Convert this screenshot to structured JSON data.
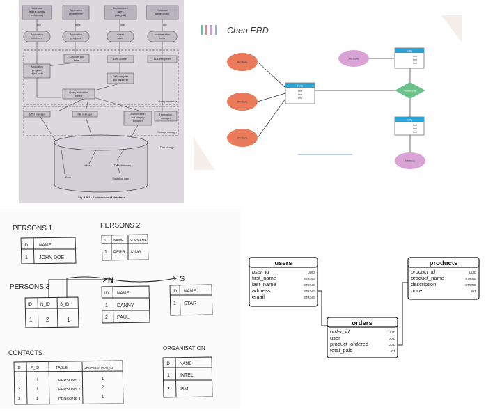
{
  "architecture": {
    "users": [
      {
        "line1": "Naive user",
        "line2": "(tellers, agents,",
        "line3": "web-users)",
        "action": "use"
      },
      {
        "line1": "Application",
        "line2": "programmer",
        "line3": "",
        "action": "write"
      },
      {
        "line1": "Sophisticated",
        "line2": "users",
        "line3": "(analysts)",
        "action": "use"
      },
      {
        "line1": "Database",
        "line2": "administrator",
        "line3": "",
        "action": "use"
      }
    ],
    "tools": [
      {
        "line1": "Application",
        "line2": "interfaces"
      },
      {
        "line1": "Application",
        "line2": "programs"
      },
      {
        "line1": "Query",
        "line2": "tools"
      },
      {
        "line1": "Administration",
        "line2": "tools"
      }
    ],
    "compiler": {
      "line1": "Compiler and",
      "line2": "linker"
    },
    "dml_queries": "DML queries",
    "ddl_interpreter": "DDL interpreter",
    "object_code": {
      "line1": "Application",
      "line2": "program",
      "line3": "object code"
    },
    "dml_compiler": {
      "line1": "DML compiler",
      "line2": "and organizer"
    },
    "query_engine": {
      "line1": "Query evaluation",
      "line2": "engine"
    },
    "query_processor": "Query processor",
    "buffer_manager": "Buffer manager",
    "file_manager": "File manager",
    "auth_manager": {
      "line1": "Authorization",
      "line2": "and integrity",
      "line3": "manager"
    },
    "transaction_manager": {
      "line1": "Transaction",
      "line2": "manager"
    },
    "storage_manager": "Storage manager",
    "disk_storage": "Disk storage",
    "indices": "Indices",
    "data_dictionary": "Data dictionary",
    "data": "Data",
    "statistical_data": "Statistical data",
    "caption": "Fig. 1.5.1 : Architecture of database"
  },
  "chen": {
    "title": "Chen ERD",
    "stripe_colors": [
      "#7fb8a4",
      "#e08a8a",
      "#c9a0dc",
      "#8fb0d8"
    ],
    "attribute_label": "Attribute",
    "entity_label": "Entity",
    "entity_fields": [
      "text",
      "text",
      "text"
    ],
    "relationship_label": "Relationship",
    "attribute_color": "#e97a5a",
    "attribute_purple": "#d9a3d6",
    "entity_color": "#2ca3d6",
    "relationship_color": "#6cc389"
  },
  "sketch": {
    "persons1": {
      "title": "PERSONS 1",
      "headers": [
        "ID",
        "NAME"
      ],
      "rows": [
        [
          "1",
          "JOHN DOE"
        ]
      ]
    },
    "persons2": {
      "title": "PERSONS 2",
      "headers": [
        "ID",
        "NAME",
        "SURNAME"
      ],
      "rows": [
        [
          "1",
          "PERR",
          "KING"
        ]
      ]
    },
    "persons3": {
      "title": "PERSONS 3",
      "headers": [
        "ID",
        "N_ID",
        "S_ID"
      ],
      "rows": [
        [
          "1",
          "2",
          "1"
        ]
      ]
    },
    "n_table": {
      "title": "N",
      "headers": [
        "ID",
        "NAME"
      ],
      "rows": [
        [
          "1",
          "DANNY"
        ],
        [
          "2",
          "PAUL"
        ]
      ]
    },
    "s_table": {
      "title": "S",
      "headers": [
        "ID",
        "NAME"
      ],
      "rows": [
        [
          "1",
          "STAR"
        ]
      ]
    },
    "contacts": {
      "title": "CONTACTS",
      "headers": [
        "ID",
        "P_ID",
        "TABLE",
        "ORGANISATION_ID"
      ],
      "rows": [
        [
          "1",
          "1",
          "PERSONS 1",
          "1"
        ],
        [
          "2",
          "1",
          "PERSONS 2",
          "2"
        ],
        [
          "3",
          "1",
          "PERSONS 3",
          "1"
        ]
      ]
    },
    "organisation": {
      "title": "ORGANISATION",
      "headers": [
        "ID",
        "NAME"
      ],
      "rows": [
        [
          "1",
          "INTEL"
        ],
        [
          "2",
          "IBM"
        ]
      ]
    }
  },
  "erd": {
    "tables": [
      {
        "name": "users",
        "fields": [
          {
            "name": "user_id",
            "type": "UUID",
            "pk": true
          },
          {
            "name": "first_name",
            "type": "STRING",
            "pk": false
          },
          {
            "name": "last_name",
            "type": "STRING",
            "pk": false
          },
          {
            "name": "address",
            "type": "STRING",
            "pk": false
          },
          {
            "name": "email",
            "type": "STRING",
            "pk": false
          }
        ]
      },
      {
        "name": "orders",
        "fields": [
          {
            "name": "order_id",
            "type": "UUID",
            "pk": true
          },
          {
            "name": "user",
            "type": "UUID",
            "pk": false
          },
          {
            "name": "product_ordered",
            "type": "UUID",
            "pk": false
          },
          {
            "name": "total_paid",
            "type": "INT",
            "pk": false
          }
        ]
      },
      {
        "name": "products",
        "fields": [
          {
            "name": "product_id",
            "type": "UUID",
            "pk": true
          },
          {
            "name": "product_name",
            "type": "STRING",
            "pk": false
          },
          {
            "name": "description",
            "type": "STRING",
            "pk": false
          },
          {
            "name": "price",
            "type": "INT",
            "pk": false
          }
        ]
      }
    ]
  }
}
